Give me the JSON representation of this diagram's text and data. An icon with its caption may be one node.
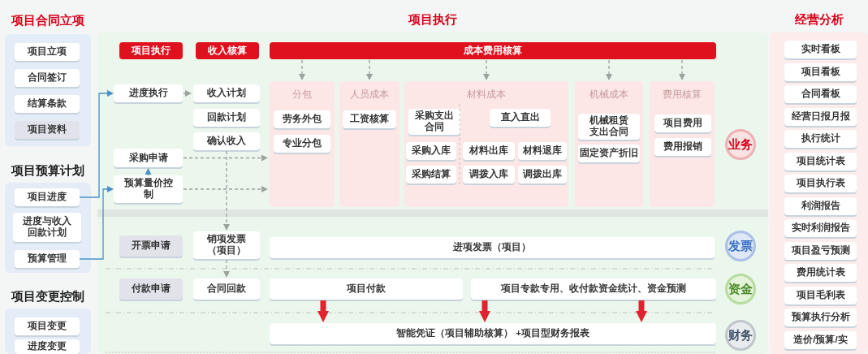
{
  "diagram": {
    "nodes": [
      {
        "text": [
          "项目合同立项"
        ]
      },
      {
        "text": [
          "项目立项"
        ],
        "in": 0
      },
      {
        "text": [
          "合同签订"
        ],
        "in": 0
      },
      {
        "text": [
          "结算条款"
        ],
        "in": 0
      },
      {
        "text": [
          "项目资料"
        ],
        "in": 0
      },
      {
        "text": [
          "项目预算计划"
        ]
      },
      {
        "text": [
          "项目进度"
        ],
        "in": 5
      },
      {
        "text": [
          "进度与收入回款计划"
        ],
        "in": 5
      },
      {
        "text": [
          "预算管理"
        ],
        "in": 5
      },
      {
        "text": [
          "项目变更控制"
        ]
      },
      {
        "text": [
          "项目变更"
        ],
        "in": 9
      },
      {
        "text": [
          "进度变更"
        ],
        "in": 9
      },
      {
        "text": [
          "项目执行"
        ]
      },
      {
        "text": [
          "项目执行"
        ],
        "in": 12
      },
      {
        "text": [
          "收入核算"
        ],
        "in": 12
      },
      {
        "text": [
          "成本费用核算"
        ],
        "in": 12
      },
      {
        "text": [
          "进度执行"
        ],
        "in": 12
      },
      {
        "text": [
          "收入计划"
        ],
        "in": 12
      },
      {
        "text": [
          "回款计划"
        ],
        "in": 12
      },
      {
        "text": [
          "确认收入"
        ],
        "in": 12
      },
      {
        "text": [
          "采购申请"
        ],
        "in": 12
      },
      {
        "text": [
          "预算量价控制"
        ],
        "in": 12
      },
      {
        "text": [
          "分包"
        ],
        "in": 12
      },
      {
        "text": [
          "劳务外包"
        ],
        "in": 22
      },
      {
        "text": [
          "专业分包"
        ],
        "in": 22
      },
      {
        "text": [
          "人员成本"
        ],
        "in": 12
      },
      {
        "text": [
          "工资核算"
        ],
        "in": 25
      },
      {
        "text": [
          "材料成本"
        ],
        "in": 12
      },
      {
        "text": [
          "采购支出合同"
        ],
        "in": 27
      },
      {
        "text": [
          "直入直出"
        ],
        "in": 27
      },
      {
        "text": [
          "采购入库"
        ],
        "in": 27
      },
      {
        "text": [
          "材料出库"
        ],
        "in": 27
      },
      {
        "text": [
          "材料退库"
        ],
        "in": 27
      },
      {
        "text": [
          "采购结算"
        ],
        "in": 27
      },
      {
        "text": [
          "调拨入库"
        ],
        "in": 27
      },
      {
        "text": [
          "调拨出库"
        ],
        "in": 27
      },
      {
        "text": [
          "机械成本"
        ],
        "in": 12
      },
      {
        "text": [
          "机械租赁支出合同"
        ],
        "in": 36
      },
      {
        "text": [
          "固定资产折旧"
        ],
        "in": 36
      },
      {
        "text": [
          "费用核算"
        ],
        "in": 12
      },
      {
        "text": [
          "项目费用"
        ],
        "in": 39
      },
      {
        "text": [
          "费用报销"
        ],
        "in": 39
      },
      {
        "text": [
          "业务"
        ],
        "in": 12
      },
      {
        "text": [
          "开票申请"
        ],
        "in": 12
      },
      {
        "text": [
          "销项发票（项目）"
        ],
        "in": 12
      },
      {
        "text": [
          "进项发票（项目）"
        ],
        "in": 12
      },
      {
        "text": [
          "发票"
        ],
        "in": 12
      },
      {
        "text": [
          "付款申请"
        ],
        "in": 12
      },
      {
        "text": [
          "合同回款"
        ],
        "in": 12
      },
      {
        "text": [
          "项目付款"
        ],
        "in": 12
      },
      {
        "text": [
          "项目专款专用、收付款资金统计、资金预测"
        ],
        "in": 12
      },
      {
        "text": [
          "资金"
        ],
        "in": 12
      },
      {
        "text": [
          "智能凭证（项目辅助核算） +项目型财务报表"
        ],
        "in": 12
      },
      {
        "text": [
          "财务"
        ],
        "in": 12
      },
      {
        "text": [
          "经营分析"
        ]
      },
      {
        "text": [
          "实时看板"
        ],
        "in": 54
      },
      {
        "text": [
          "项目看板"
        ],
        "in": 54
      },
      {
        "text": [
          "合同看板"
        ],
        "in": 54
      },
      {
        "text": [
          "经营日报月报"
        ],
        "in": 54
      },
      {
        "text": [
          "执行统计"
        ],
        "in": 54
      },
      {
        "text": [
          "项目统计表"
        ],
        "in": 54
      },
      {
        "text": [
          "项目执行表"
        ],
        "in": 54
      },
      {
        "text": [
          "利润报告"
        ],
        "in": 54
      },
      {
        "text": [
          "实时利润报告"
        ],
        "in": 54
      },
      {
        "text": [
          "项目盈亏预测"
        ],
        "in": 54
      },
      {
        "text": [
          "费用统计表"
        ],
        "in": 54
      },
      {
        "text": [
          "项目毛利表"
        ],
        "in": 54
      },
      {
        "text": [
          "预算执行分析"
        ],
        "in": 54
      },
      {
        "text": [
          "造价/预算/实"
        ],
        "in": 54
      }
    ],
    "edges": [
      {
        "from": 6,
        "to": 16,
        "arrow": "to",
        "color": "#4a90c8"
      },
      {
        "from": 8,
        "to": 21,
        "arrow": "to",
        "color": "#4a90c8"
      },
      {
        "from": 16,
        "to": 17,
        "arrow": "to"
      },
      {
        "from": 21,
        "to": 20,
        "arrow": "to",
        "color": "#4a90c8"
      },
      {
        "from": 20,
        "to": 22,
        "arrow": "to",
        "style": "dashed"
      },
      {
        "from": 21,
        "to": 22,
        "arrow": "to",
        "style": "dashed"
      },
      {
        "from": 19,
        "to": 44,
        "arrow": "to",
        "style": "dashed"
      },
      {
        "from": 44,
        "to": 48,
        "arrow": "to",
        "style": "dashed"
      },
      {
        "from": 15,
        "to": 22,
        "arrow": "to",
        "style": "dashed"
      },
      {
        "from": 15,
        "to": 25,
        "arrow": "to",
        "style": "dashed"
      },
      {
        "from": 15,
        "to": 27,
        "arrow": "to",
        "style": "dashed"
      },
      {
        "from": 15,
        "to": 36,
        "arrow": "to",
        "style": "dashed"
      },
      {
        "from": 15,
        "to": 39,
        "arrow": "to",
        "style": "dashed"
      },
      {
        "from": 49,
        "to": 52,
        "arrow": "to",
        "style": "thick",
        "color": "#e0242e"
      },
      {
        "from": 50,
        "to": 52,
        "arrow": "to",
        "style": "thick",
        "color": "#e0242e"
      },
      {
        "from": 50,
        "to": 52,
        "arrow": "to",
        "style": "thick",
        "color": "#e0242e"
      }
    ]
  }
}
